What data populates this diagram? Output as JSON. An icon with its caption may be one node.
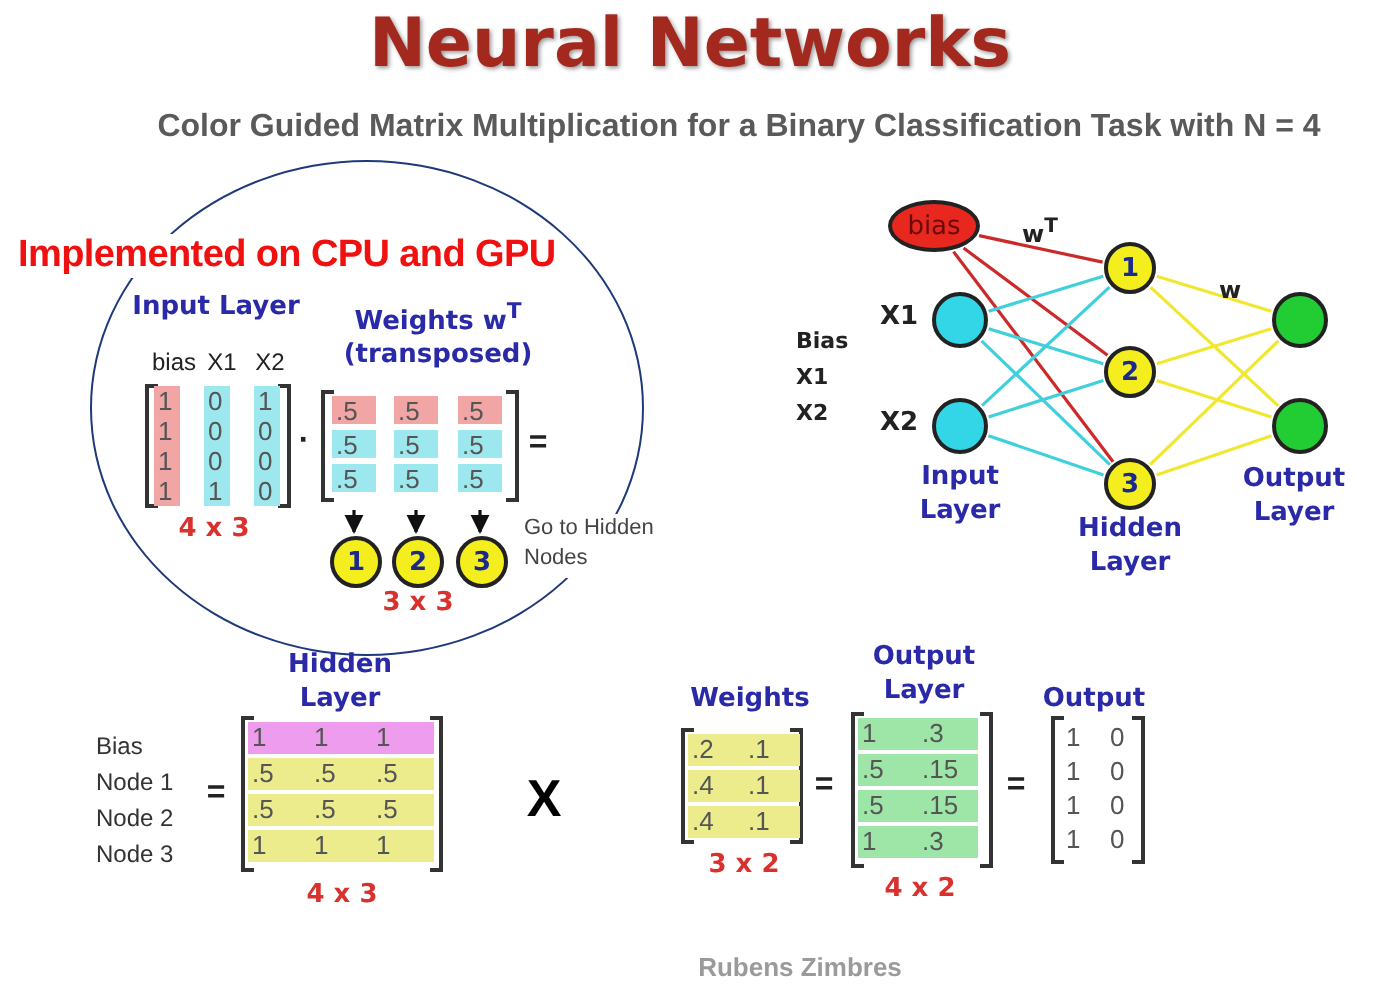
{
  "diagram": {
    "title": "Neural Networks",
    "nodes": [
      {
        "text": [
          "Implemented on CPU and  GPU"
        ]
      },
      {
        "text": [
          "1"
        ],
        "in": 0
      },
      {
        "text": [
          "2"
        ],
        "in": 0
      },
      {
        "text": [
          "3"
        ],
        "in": 0,
        "beside": [
          "Go to Hidden Nodes"
        ]
      },
      {
        "text": [
          "bias"
        ]
      },
      {
        "text": [],
        "shape": "circle",
        "beside": [
          "X1"
        ]
      },
      {
        "text": [],
        "shape": "circle",
        "beside": [
          "X2",
          "Input Layer"
        ]
      },
      {
        "text": [
          "1"
        ]
      },
      {
        "text": [
          "2"
        ]
      },
      {
        "text": [
          "3"
        ],
        "beside": [
          "Hidden Layer"
        ]
      },
      {
        "text": [],
        "shape": "circle"
      },
      {
        "text": [],
        "shape": "circle",
        "beside": [
          "Output Layer"
        ]
      }
    ],
    "edges": [
      {
        "from": null,
        "to": 1,
        "arrow": "to",
        "color": "#111111"
      },
      {
        "from": null,
        "to": 2,
        "arrow": "to",
        "color": "#111111"
      },
      {
        "from": null,
        "to": 3,
        "arrow": "to",
        "color": "#111111"
      },
      {
        "from": 4,
        "to": 7,
        "arrow": "none",
        "color": "#cc2a2a"
      },
      {
        "from": 4,
        "to": 8,
        "arrow": "none",
        "color": "#cc2a2a"
      },
      {
        "from": 4,
        "to": 9,
        "arrow": "none",
        "color": "#cc2a2a"
      },
      {
        "from": 5,
        "to": 7,
        "arrow": "none",
        "color": "#3fd0dc"
      },
      {
        "from": 5,
        "to": 8,
        "arrow": "none",
        "color": "#3fd0dc"
      },
      {
        "from": 5,
        "to": 9,
        "arrow": "none",
        "color": "#3fd0dc"
      },
      {
        "from": 6,
        "to": 7,
        "arrow": "none",
        "color": "#3fd0dc"
      },
      {
        "from": 6,
        "to": 8,
        "arrow": "none",
        "color": "#3fd0dc"
      },
      {
        "from": 6,
        "to": 9,
        "arrow": "none",
        "color": "#3fd0dc"
      },
      {
        "from": 7,
        "to": 10,
        "arrow": "none",
        "color": "#f0e830"
      },
      {
        "from": 7,
        "to": 11,
        "arrow": "none",
        "color": "#f0e830"
      },
      {
        "from": 8,
        "to": 10,
        "arrow": "none",
        "color": "#f0e830"
      },
      {
        "from": 8,
        "to": 11,
        "arrow": "none",
        "color": "#f0e830"
      },
      {
        "from": 9,
        "to": 10,
        "arrow": "none",
        "color": "#f0e830"
      },
      {
        "from": 9,
        "to": 11,
        "arrow": "none",
        "color": "#f0e830"
      }
    ],
    "labels": [
      "Color Guided Matrix Multiplication for a Binary Classification Task with N = 4",
      "Input Layer",
      "Weights w$^{T}$ (transposed)",
      "bias",
      "X1",
      "X2",
      "1",
      "0",
      "1",
      "1",
      "0",
      "0",
      "1",
      "0",
      "0",
      "1",
      "1",
      "0",
      "·",
      ".5",
      ".5",
      ".5",
      ".5",
      ".5",
      ".5",
      ".5",
      ".5",
      ".5",
      "=",
      "4 x 3",
      "3 x 3",
      "w$^{T}$",
      "w",
      "Bias",
      "X1",
      "X2",
      "Hidden Layer",
      "Weights",
      "Output Layer",
      "Output",
      "Bias",
      "Node 1",
      "Node 2",
      "Node 3",
      "=",
      "1",
      "1",
      "1",
      ".5",
      ".5",
      ".5",
      ".5",
      ".5",
      ".5",
      "1",
      "1",
      "1",
      "X",
      ".2",
      ".1",
      ".4",
      ".1",
      ".4",
      ".1",
      "=",
      "1",
      ".3",
      ".5",
      ".15",
      ".5",
      ".15",
      "1",
      ".3",
      "=",
      "1",
      "0",
      "1",
      "0",
      "1",
      "0",
      "1",
      "0",
      "4 x 3",
      "3 x 2",
      "4 x 2",
      "Rubens Zimbres"
    ]
  }
}
